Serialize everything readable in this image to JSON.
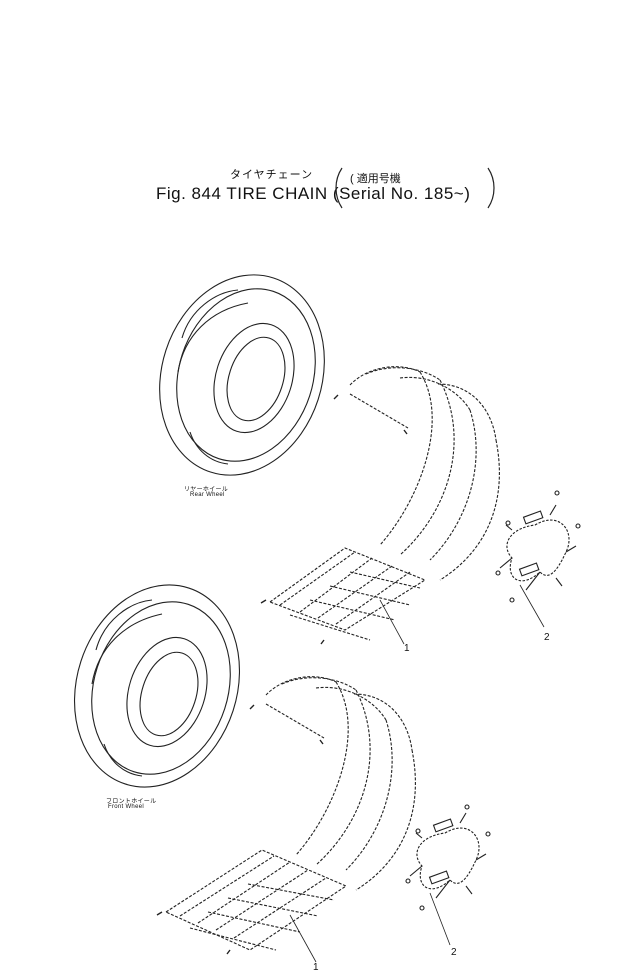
{
  "title": {
    "jp": "タイヤチェーン",
    "jp_serial": "( 適用号機",
    "main": "Fig. 844 TIRE CHAIN (Serial No. 185~)"
  },
  "labels": {
    "rear_jp": "リヤーホイール",
    "rear_en": "Rear Wheel",
    "front_jp": "フロントホイール",
    "front_en": "Front Wheel"
  },
  "callouts": {
    "rear_chain": "1",
    "rear_part2": "2",
    "front_chain": "1",
    "front_part2": "2"
  }
}
